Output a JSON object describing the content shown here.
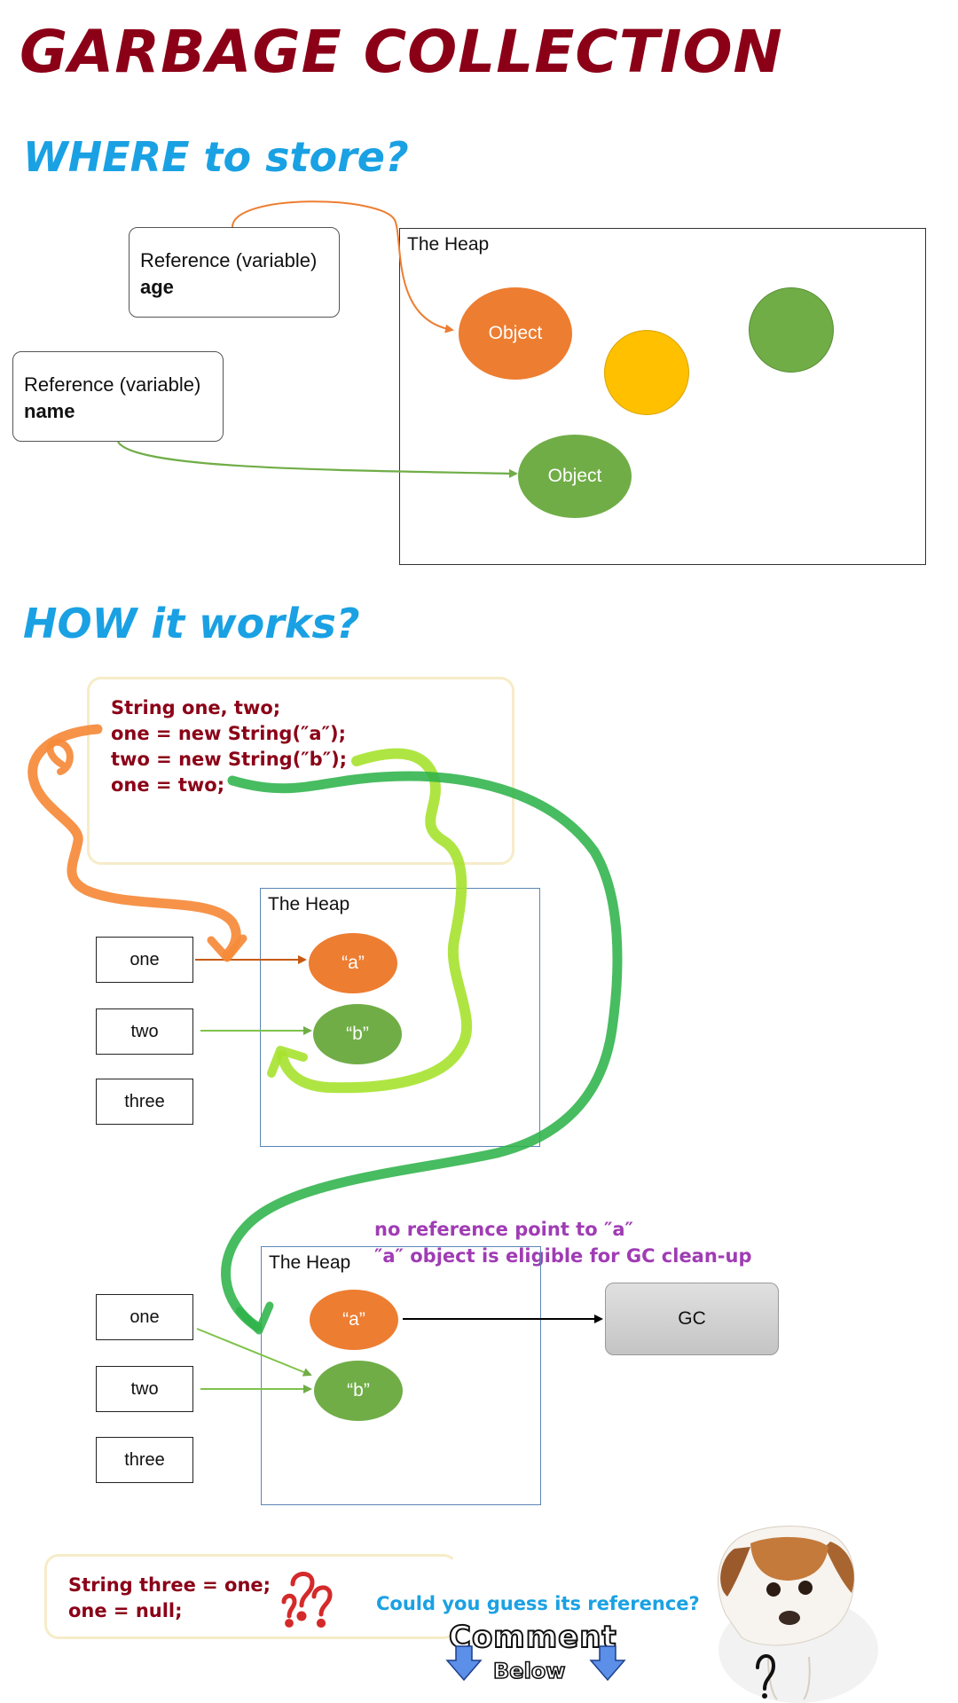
{
  "title": "GARBAGE COLLECTION",
  "sections": {
    "where": "WHERE to store?",
    "how": "HOW it works?"
  },
  "where_diagram": {
    "ref_age": {
      "label": "Reference (variable)",
      "name": "age"
    },
    "ref_name": {
      "label": "Reference (variable)",
      "name": "name"
    },
    "heap_label": "The Heap",
    "objects": [
      {
        "label": "Object",
        "color": "#ed7d31"
      },
      {
        "label": "",
        "color": "#ffc000"
      },
      {
        "label": "",
        "color": "#70ad47"
      },
      {
        "label": "Object",
        "color": "#70ad47"
      }
    ]
  },
  "code_block_1": {
    "lines": [
      "String one, two;",
      "one = new String(″a″);",
      "two = new String(″b″);",
      "one = two;"
    ]
  },
  "heap_1": {
    "label": "The Heap",
    "vars": [
      "one",
      "two",
      "three"
    ],
    "objects": [
      {
        "label": "“a”",
        "color": "#ed7d31"
      },
      {
        "label": "“b”",
        "color": "#70ad47"
      }
    ]
  },
  "heap_2": {
    "label": "The Heap",
    "vars": [
      "one",
      "two",
      "three"
    ],
    "objects": [
      {
        "label": "“a”",
        "color": "#ed7d31"
      },
      {
        "label": "“b”",
        "color": "#70ad47"
      }
    ],
    "note_line1": "no reference point to ″a″",
    "note_line2": "″a″ object is eligible for GC clean-up",
    "gc_label": "GC"
  },
  "code_block_2": {
    "lines": [
      "String three = one;",
      "one = null;"
    ]
  },
  "footer": {
    "question": "Could you guess its reference?",
    "comment": "Comment",
    "below": "Below"
  },
  "colors": {
    "title": "#8b0017",
    "section": "#1aa1e3",
    "orange": "#ed7d31",
    "green": "#70ad47",
    "yellow": "#ffc000",
    "lime": "#a6e22e",
    "note": "#a03cb4"
  }
}
